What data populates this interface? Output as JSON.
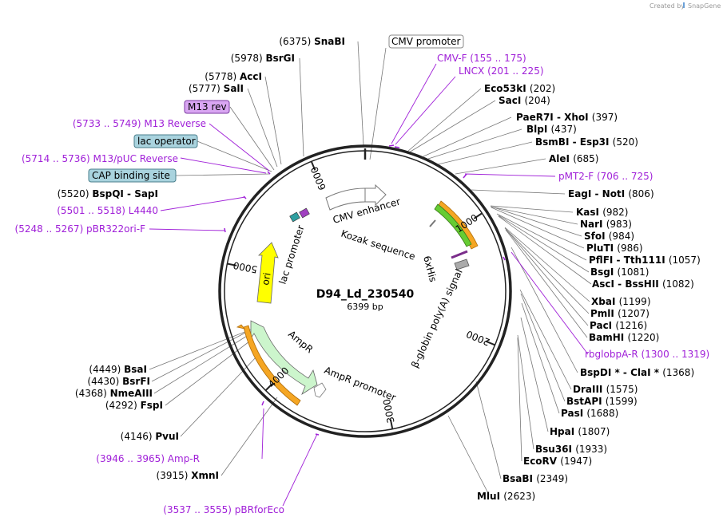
{
  "credit": {
    "prefix": "Created by",
    "brand": "SnapGene"
  },
  "plasmid": {
    "name": "D94_Ld_230540",
    "length_label": "6399 bp",
    "length": 6399
  },
  "ticks": [
    "1000",
    "2000",
    "3000",
    "4000",
    "5000",
    "6000"
  ],
  "enzymes": [
    {
      "pos": "(6375)",
      "name": "SnaBI"
    },
    {
      "pos": "(5978)",
      "name": "BsrGI"
    },
    {
      "pos": "(5778)",
      "name": "AccI"
    },
    {
      "pos": "(5777)",
      "name": "SalI"
    },
    {
      "pos": "(5520)",
      "name": "BspQI  -  SapI"
    },
    {
      "name": "Eco53kI",
      "pos": "(202)"
    },
    {
      "name": "SacI",
      "pos": "(204)"
    },
    {
      "name": "PaeR7I  -  XhoI",
      "pos": "(397)"
    },
    {
      "name": "BlpI",
      "pos": "(437)"
    },
    {
      "name": "BsmBI  -  Esp3I",
      "pos": "(520)"
    },
    {
      "name": "AleI",
      "pos": "(685)"
    },
    {
      "name": "EagI  -  NotI",
      "pos": "(806)"
    },
    {
      "name": "KasI",
      "pos": "(982)"
    },
    {
      "name": "NarI",
      "pos": "(983)"
    },
    {
      "name": "SfoI",
      "pos": "(984)"
    },
    {
      "name": "PluTI",
      "pos": "(986)"
    },
    {
      "name": "PflFI  -  Tth111I",
      "pos": "(1057)"
    },
    {
      "name": "BsgI",
      "pos": "(1081)"
    },
    {
      "name": "AscI  -  BssHII",
      "pos": "(1082)"
    },
    {
      "name": "XbaI",
      "pos": "(1199)"
    },
    {
      "name": "PmlI",
      "pos": "(1207)"
    },
    {
      "name": "PacI",
      "pos": "(1216)"
    },
    {
      "name": "BamHI",
      "pos": "(1220)"
    },
    {
      "name": "BspDI *  -  ClaI *",
      "pos": "(1368)"
    },
    {
      "name": "DraIII",
      "pos": "(1575)"
    },
    {
      "name": "BstAPI",
      "pos": "(1599)"
    },
    {
      "name": "PasI",
      "pos": "(1688)"
    },
    {
      "name": "HpaI",
      "pos": "(1807)"
    },
    {
      "name": "Bsu36I",
      "pos": "(1933)"
    },
    {
      "name": "EcoRV",
      "pos": "(1947)"
    },
    {
      "name": "BsaBI",
      "pos": "(2349)"
    },
    {
      "name": "MluI",
      "pos": "(2623)"
    },
    {
      "pos": "(4449)",
      "name": "BsaI"
    },
    {
      "pos": "(4430)",
      "name": "BsrFI"
    },
    {
      "pos": "(4368)",
      "name": "NmeAIII"
    },
    {
      "pos": "(4292)",
      "name": "FspI"
    },
    {
      "pos": "(4146)",
      "name": "PvuI"
    },
    {
      "pos": "(3915)",
      "name": "XmnI"
    }
  ],
  "primers": [
    {
      "name": "CMV-F",
      "range": "(155 .. 175)"
    },
    {
      "name": "LNCX",
      "range": "(201 .. 225)"
    },
    {
      "name": "pMT2-F",
      "range": "(706 .. 725)"
    },
    {
      "name": "rbglobpA-R",
      "range": "(1300 .. 1319)"
    },
    {
      "name": "Amp-R",
      "range": "(3946 .. 3965)"
    },
    {
      "name": "pBRforEco",
      "range": "(3537 .. 3555)"
    },
    {
      "name": "M13 Reverse",
      "range": "(5733 .. 5749)"
    },
    {
      "name": "M13/pUC Reverse",
      "range": "(5714 .. 5736)"
    },
    {
      "name": "L4440",
      "range": "(5501 .. 5518)"
    },
    {
      "name": "pBR322ori-F",
      "range": "(5248 .. 5267)"
    }
  ],
  "boxed_labels": [
    {
      "text": "CMV promoter",
      "fill": "#ffffff",
      "stroke": "#888888"
    },
    {
      "text": "M13 rev",
      "fill": "#d9a6f2",
      "stroke": "#7a3aa0"
    },
    {
      "text": "lac operator",
      "fill": "#a9d3de",
      "stroke": "#4a7f8c"
    },
    {
      "text": "CAP binding site",
      "fill": "#a9d3de",
      "stroke": "#4a7f8c"
    }
  ],
  "features": [
    {
      "text": "CMV enhancer"
    },
    {
      "text": "Kozak sequence"
    },
    {
      "text": "6xHis"
    },
    {
      "text": "β-globin poly(A) signal"
    },
    {
      "text": "AmpR promoter"
    },
    {
      "text": "AmpR"
    },
    {
      "text": "ori"
    },
    {
      "text": "lac promoter"
    }
  ],
  "colors": {
    "purple": "#a020d8",
    "ori": "#ffff00",
    "ampr": "#ccf5cc",
    "orange": "#f5a623",
    "green": "#44bb22",
    "teal": "#a9d3de"
  }
}
